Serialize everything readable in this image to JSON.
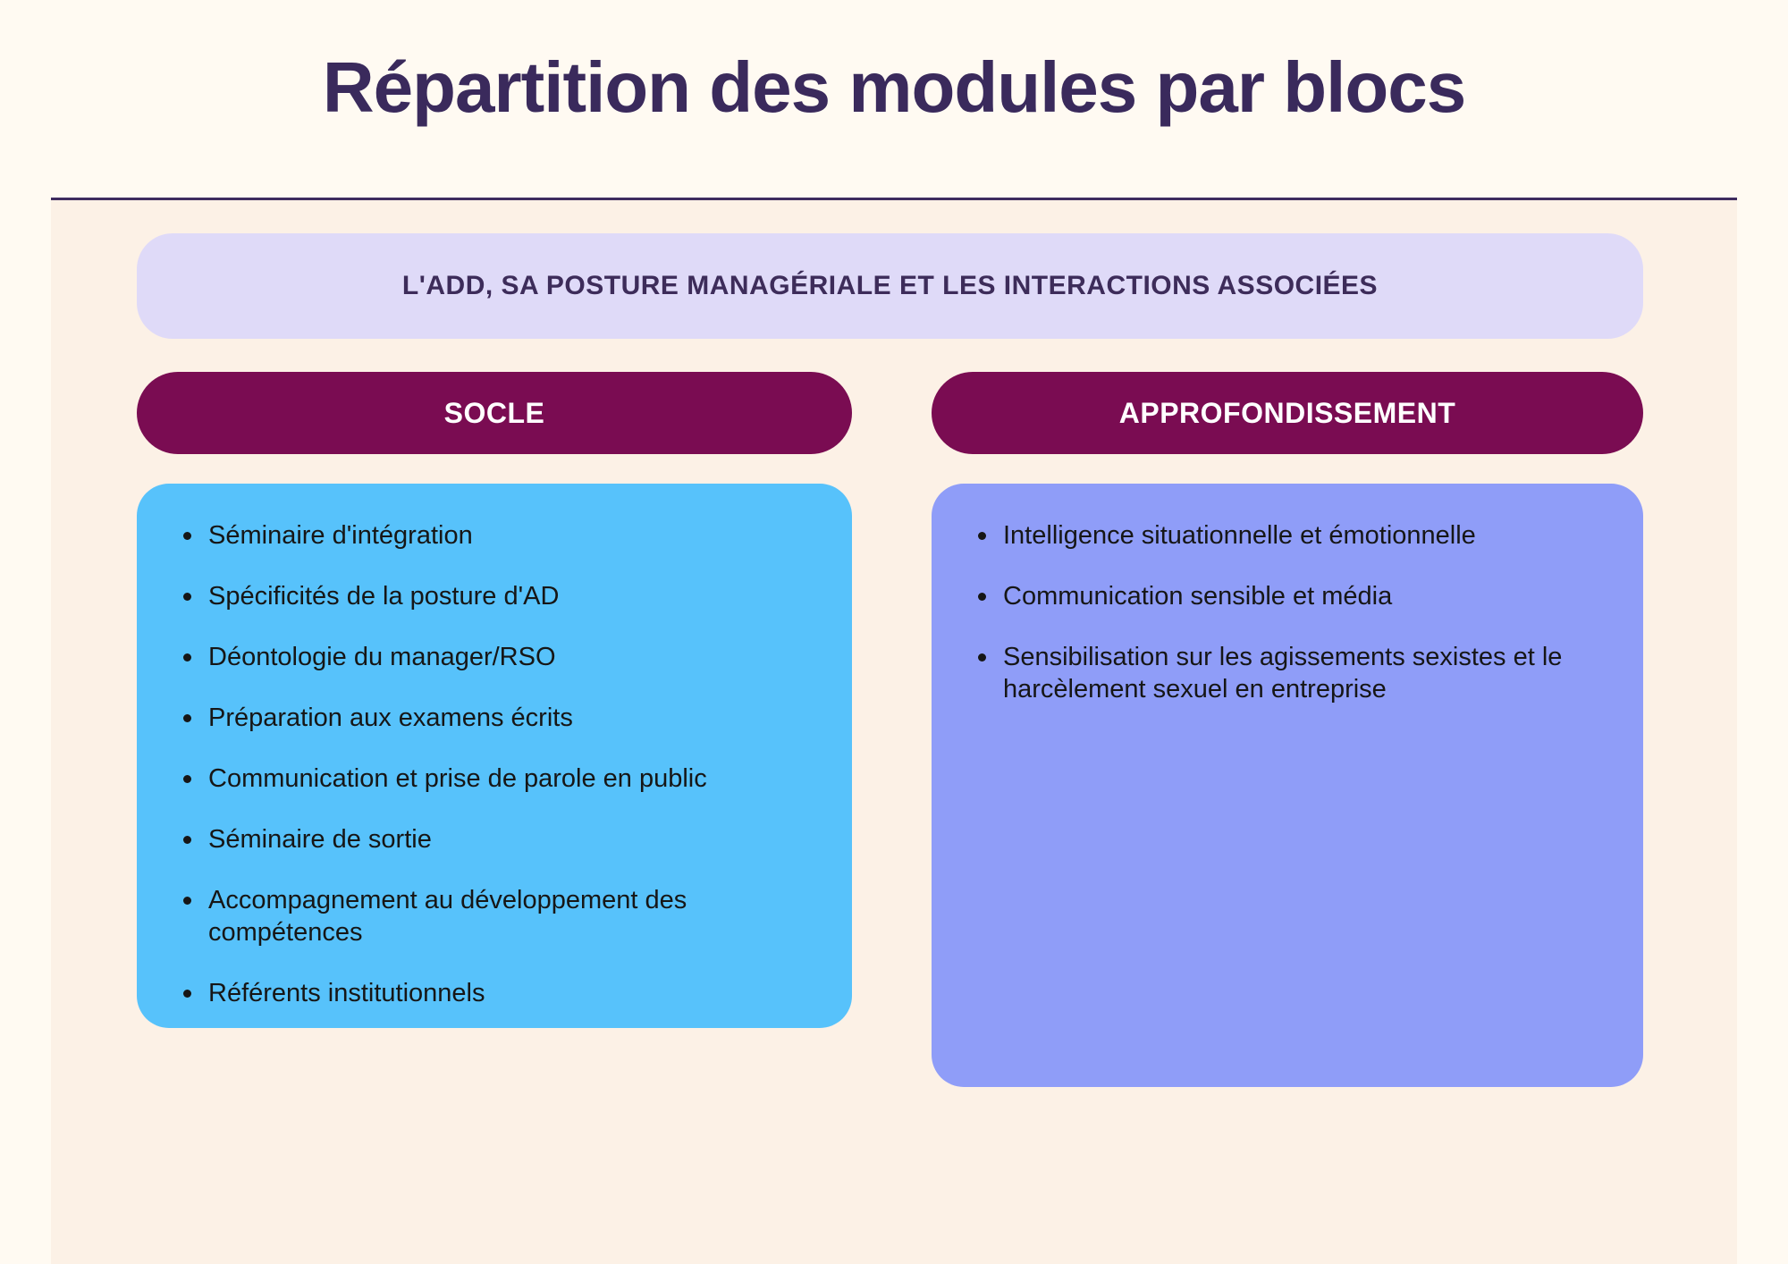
{
  "page": {
    "title": "Répartition des modules par blocs"
  },
  "banner": {
    "label": "L'ADD, SA POSTURE MANAGÉRIALE ET LES INTERACTIONS ASSOCIÉES"
  },
  "columns": [
    {
      "header": "SOCLE",
      "items": [
        "Séminaire d'intégration",
        "Spécificités de la posture d'AD",
        "Déontologie du manager/RSO",
        "Préparation aux examens écrits",
        "Communication et prise de parole en public",
        "Séminaire de sortie",
        "Accompagnement au développement des\ncompétences",
        "Référents institutionnels"
      ]
    },
    {
      "header": "APPROFONDISSEMENT",
      "items": [
        "Intelligence situationnelle et émotionnelle",
        "Communication sensible et média",
        "Sensibilisation sur les agissements sexistes et le\nharcèlement sexuel en entreprise"
      ]
    }
  ],
  "colors": {
    "page_background": "#FFFAF2",
    "panel_background": "#FCF1E6",
    "divider_line": "#3E2B5F",
    "title_text": "#3A2A5C",
    "banner_background": "#DFDAF8",
    "banner_text": "#3D2C5A",
    "pill_background": "#7A0C52",
    "pill_text": "#FFFFFF",
    "socle_box": "#57C2FB",
    "approfondissement_box": "#8F9DF8",
    "list_text": "#161616"
  }
}
